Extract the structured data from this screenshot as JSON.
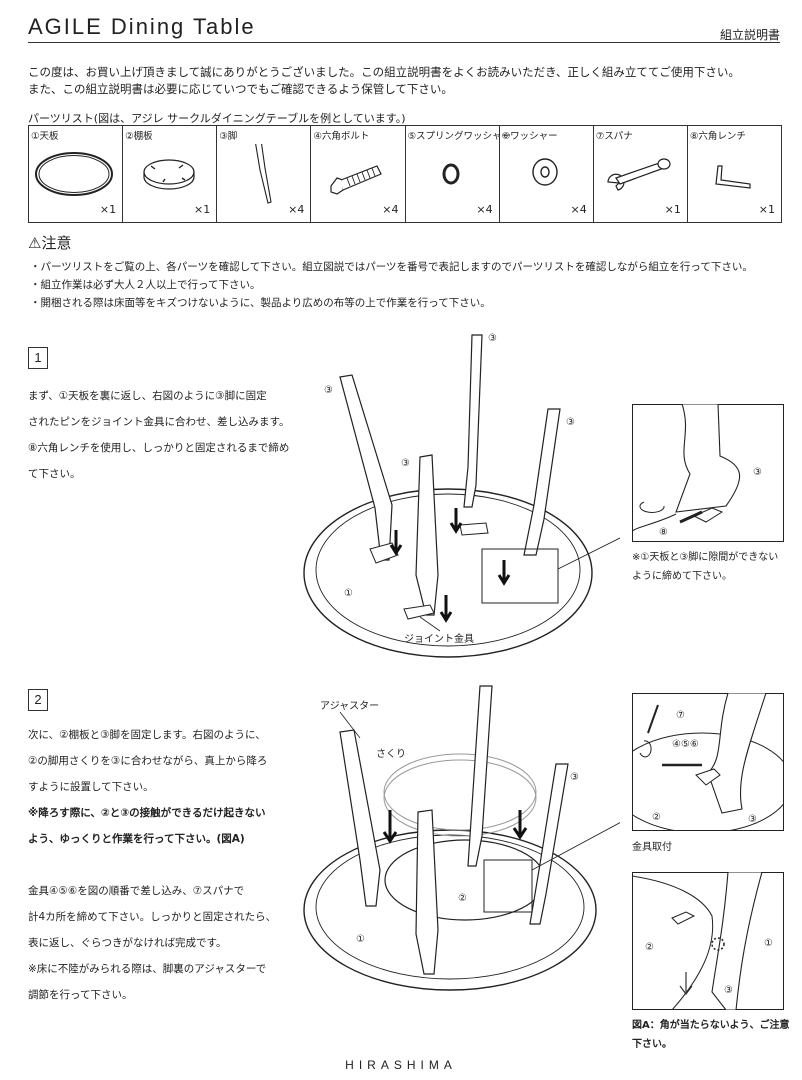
{
  "header": {
    "title": "AGILE Dining Table",
    "doc_label": "組立説明書"
  },
  "intro": [
    "この度は、お買い上げ頂きまして誠にありがとうございました。この組立説明書をよくお読みいただき、正しく組み立ててご使用下さい。",
    "また、この組立説明書は必要に応じていつでもご確認できるよう保管して下さい。"
  ],
  "parts_caption": "パーツリスト(図は、アジレ サークルダイニングテーブルを例としています。)",
  "parts": [
    {
      "name": "①天板",
      "qty": "×1",
      "icon": "tabletop-ring-icon"
    },
    {
      "name": "②棚板",
      "qty": "×1",
      "icon": "shelf-board-icon"
    },
    {
      "name": "③脚",
      "qty": "×4",
      "icon": "leg-icon"
    },
    {
      "name": "④六角ボルト",
      "qty": "×4",
      "icon": "hex-bolt-icon"
    },
    {
      "name": "⑤スプリングワッシャー",
      "qty": "×4",
      "icon": "spring-washer-icon"
    },
    {
      "name": "⑥ワッシャー",
      "qty": "×4",
      "icon": "washer-icon"
    },
    {
      "name": "⑦スパナ",
      "qty": "×1",
      "icon": "spanner-icon"
    },
    {
      "name": "⑧六角レンチ",
      "qty": "×1",
      "icon": "hex-wrench-icon"
    }
  ],
  "caution": {
    "heading": "⚠注意",
    "items": [
      "・パーツリストをご覧の上、各パーツを確認して下さい。組立図説ではパーツを番号で表記しますのでパーツリストを確認しながら組立を行って下さい。",
      "・組立作業は必ず大人２人以上で行って下さい。",
      "・開梱される際は床面等をキズつけないように、製品より広めの布等の上で作業を行って下さい。"
    ]
  },
  "step1": {
    "number": "1",
    "lines": [
      "まず、①天板を裏に返し、右図のように③脚に固定",
      "されたピンをジョイント金具に合わせ、差し込みます。",
      "⑧六角レンチを使用し、しっかりと固定されるまで締め",
      "て下さい。"
    ],
    "labels": {
      "leg": "③",
      "top": "①",
      "wrench": "⑧",
      "joint": "ジョイント金具"
    },
    "detail_note": [
      "※①天板と③脚に隙間ができない",
      "ように締めて下さい。"
    ]
  },
  "step2": {
    "number": "2",
    "lines": [
      "次に、②棚板と③脚を固定します。右図のように、",
      "②の脚用さくりを③に合わせながら、真上から降ろ",
      "すように設置して下さい。",
      "※降ろす際に、②と③の接触ができるだけ起きない",
      "よう、ゆっくりと作業を行って下さい。(図A)",
      "",
      "金具④⑤⑥を図の順番で差し込み、⑦スパナで",
      "計4カ所を締めて下さい。しっかりと固定されたら、",
      "表に返し、ぐらつきがなければ完成です。",
      "※床に不陸がみられる際は、脚裏のアジャスターで",
      "調節を行って下さい。"
    ],
    "labels": {
      "adjuster": "アジャスター",
      "groove": "さくり",
      "top": "①",
      "shelf": "②",
      "leg": "③",
      "spanner": "⑦",
      "hardware": "④⑤⑥",
      "fitting_caption": "金具取付"
    },
    "figA_note": [
      "図A：角が当たらないよう、ご注意",
      "下さい。"
    ]
  },
  "footer": {
    "brand": "HIRASHIMA"
  }
}
